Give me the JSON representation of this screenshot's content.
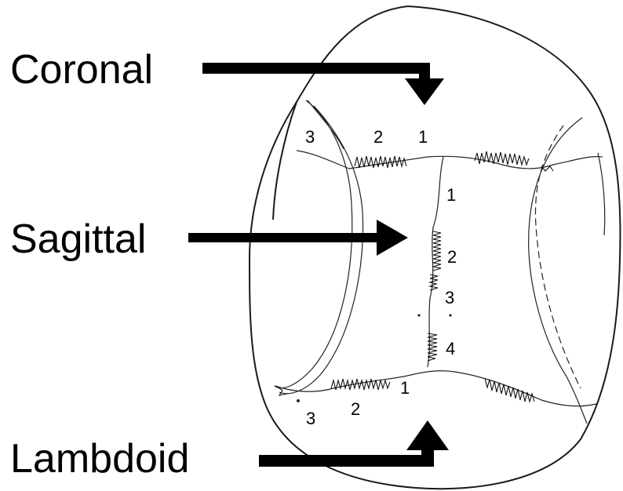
{
  "labels": {
    "coronal": "Coronal",
    "sagittal": "Sagittal",
    "lambdoid": "Lambdoid"
  },
  "coronal_numbers": [
    "3",
    "2",
    "1"
  ],
  "sagittal_numbers": [
    "1",
    "2",
    "3",
    "4"
  ],
  "lambdoid_numbers": [
    "3",
    "2",
    "1"
  ]
}
